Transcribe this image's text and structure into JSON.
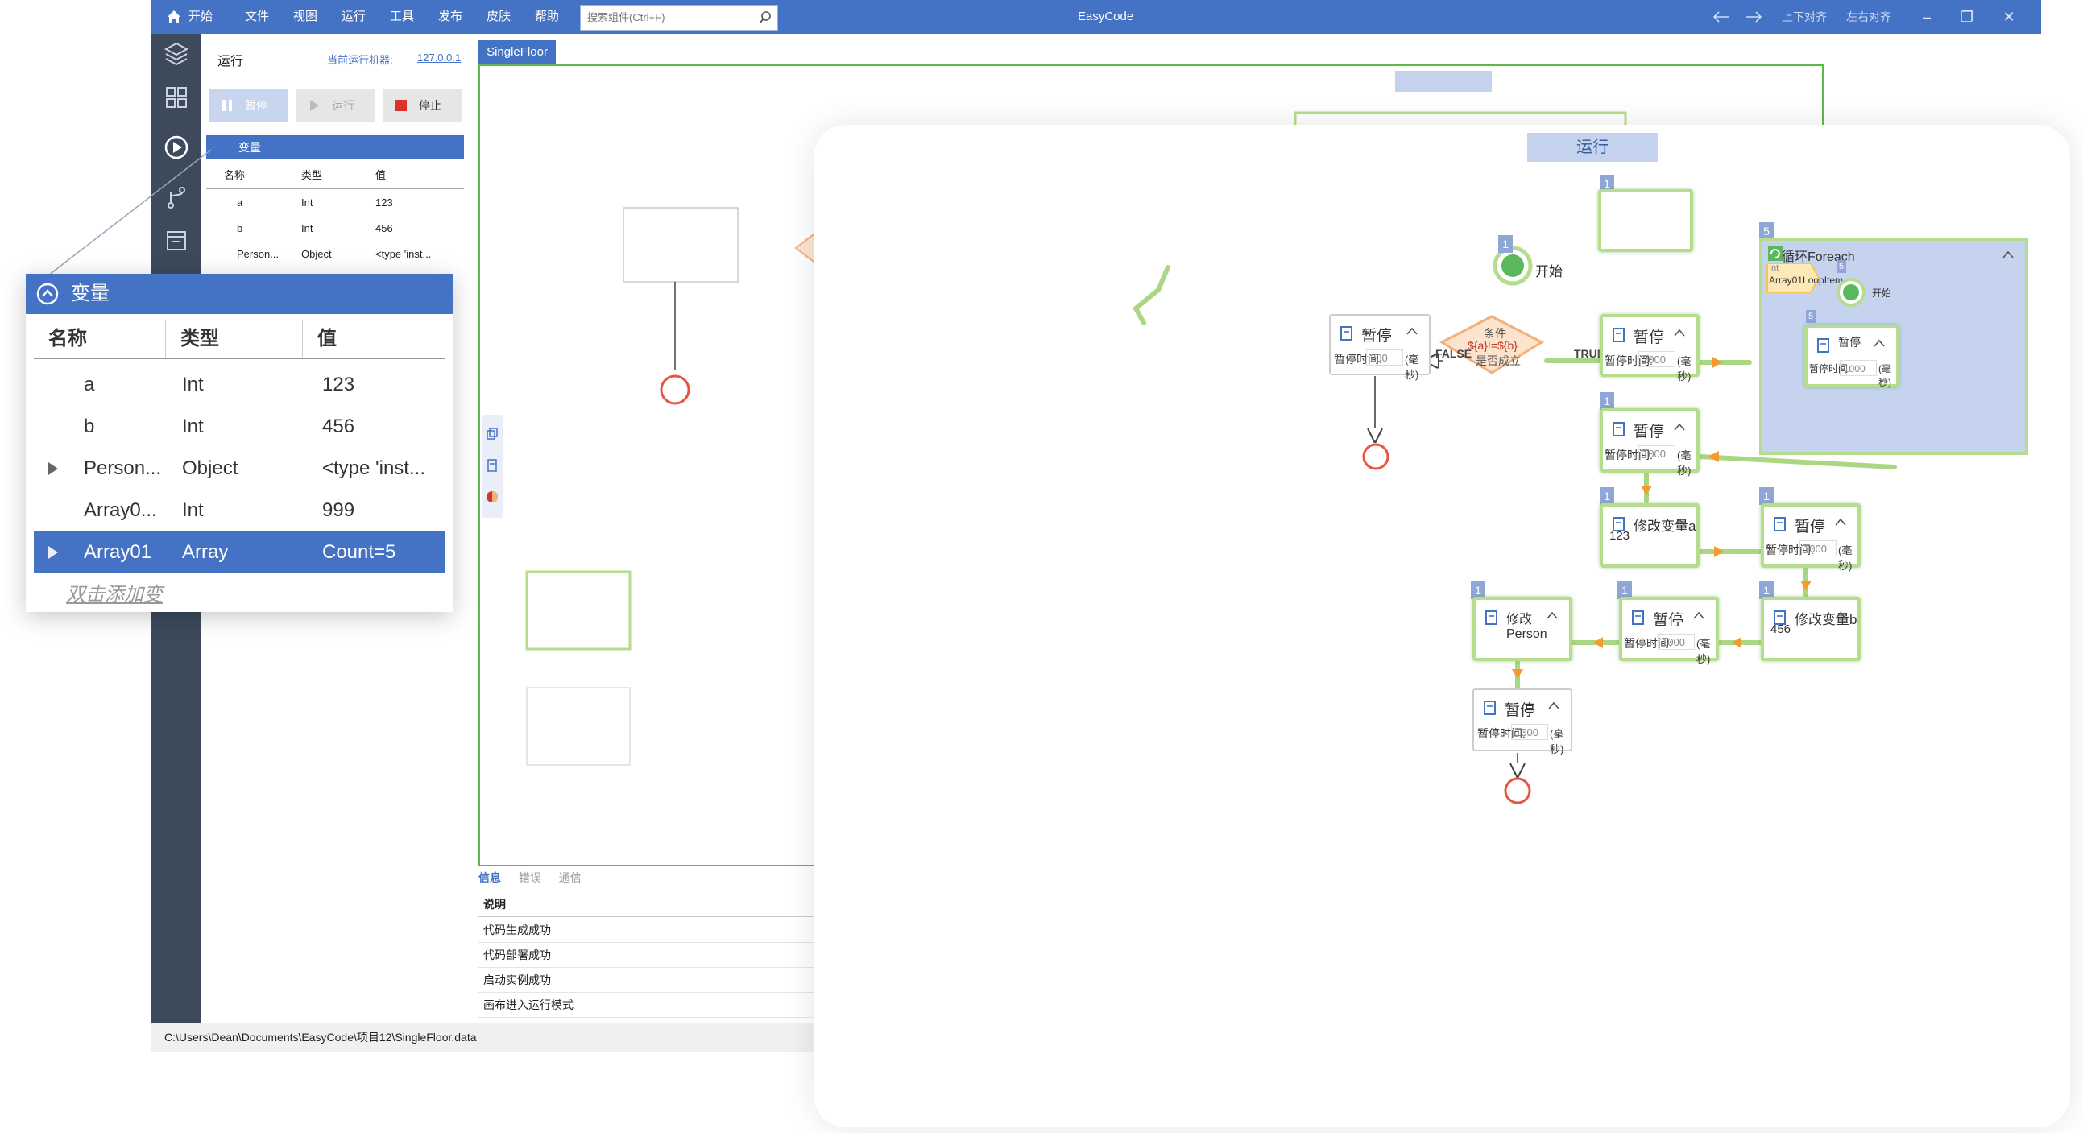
{
  "menu": [
    "开始",
    "文件",
    "视图",
    "运行",
    "工具",
    "发布",
    "皮肤",
    "帮助"
  ],
  "search": {
    "placeholder": "搜索组件(Ctrl+F)"
  },
  "app_title": "EasyCode",
  "toolbar_right": [
    "上下对齐",
    "左右对齐"
  ],
  "run_panel": {
    "title": "运行",
    "machine_label": "当前运行机器:",
    "machine_ip": "127.0.0.1",
    "pause": "暂停",
    "run": "运行",
    "stop": "停止"
  },
  "variables_small": {
    "title": "变量",
    "headers": [
      "名称",
      "类型",
      "值"
    ],
    "rows": [
      {
        "name": "a",
        "type": "Int",
        "value": "123"
      },
      {
        "name": "b",
        "type": "Int",
        "value": "456"
      },
      {
        "name": "Person...",
        "type": "Object",
        "value": "<type 'inst..."
      }
    ]
  },
  "doc_tab": "SingleFloor",
  "bottom": {
    "tabs": [
      "信息",
      "错误",
      "通信"
    ],
    "header": "说明",
    "rows": [
      "代码生成成功",
      "代码部署成功",
      "启动实例成功",
      "画布进入运行模式"
    ]
  },
  "status_path": "C:\\Users\\Dean\\Documents\\EasyCode\\项目12\\SingleFloor.data",
  "variables_popup": {
    "title": "变量",
    "headers": [
      "名称",
      "类型",
      "值"
    ],
    "rows": [
      {
        "name": "a",
        "type": "Int",
        "value": "123"
      },
      {
        "name": "b",
        "type": "Int",
        "value": "456"
      },
      {
        "name": "Person...",
        "type": "Object",
        "value": "<type 'inst..."
      },
      {
        "name": "Array0...",
        "type": "Int",
        "value": "999"
      },
      {
        "name": "Array01",
        "type": "Array",
        "value": "Count=5"
      }
    ],
    "add_hint": "双击添加变"
  },
  "flow": {
    "run_label": "运行",
    "start_label": "开始",
    "condition_title": "条件",
    "condition_expr": "${a}!=${b}",
    "condition_sub": "是否成立",
    "false_label": "FALSE",
    "true_label": "TRUE",
    "pause_title": "暂停",
    "pause_param": "暂停时间:",
    "unit": "(毫秒)",
    "badge_1": "1",
    "badge_5": "5",
    "node_pause_left_value": "200",
    "node_pause_2000_value": "2000",
    "node_pause_1000_value": "1000",
    "modify_a_title": "修改变量a",
    "modify_a_value": "123",
    "modify_b_title": "修改变量b",
    "modify_b_value": "456",
    "modify_person_title": "修改Person",
    "foreach_title": "循环Foreach",
    "loop_item_type": "Int",
    "loop_item_name": "Array01LoopItem"
  },
  "colors": {
    "accent": "#4472c4",
    "node_border": "#b6dd8e",
    "condition": "#f5b07a",
    "end_circle": "#e8543f",
    "start_circle": "#5cb85c",
    "foreach_bg": "#c5d3ef"
  }
}
